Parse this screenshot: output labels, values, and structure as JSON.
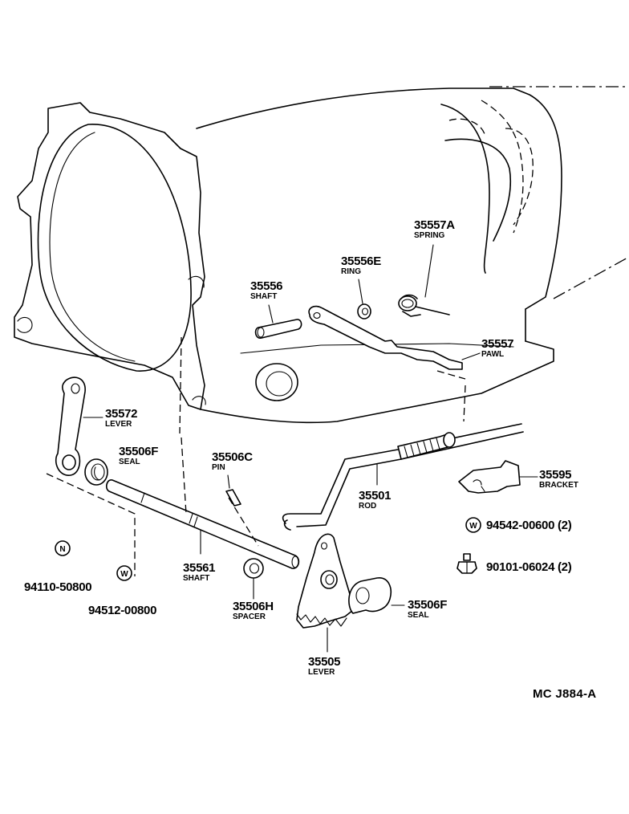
{
  "diagram": {
    "code": "MC J884-A",
    "parts": [
      {
        "id": "p1",
        "number": "35557A",
        "name": "SPRING"
      },
      {
        "id": "p2",
        "number": "35556E",
        "name": "RING"
      },
      {
        "id": "p3",
        "number": "35556",
        "name": "SHAFT"
      },
      {
        "id": "p4",
        "number": "35557",
        "name": "PAWL"
      },
      {
        "id": "p5",
        "number": "35572",
        "name": "LEVER"
      },
      {
        "id": "p6",
        "number": "35506F",
        "name": "SEAL"
      },
      {
        "id": "p7",
        "number": "35506C",
        "name": "PIN"
      },
      {
        "id": "p8",
        "number": "35501",
        "name": "ROD"
      },
      {
        "id": "p9",
        "number": "35595",
        "name": "BRACKET"
      },
      {
        "id": "p10",
        "number": "94542-00600 (2)",
        "name": ""
      },
      {
        "id": "p11",
        "number": "90101-06024 (2)",
        "name": ""
      },
      {
        "id": "p12",
        "number": "94110-50800",
        "name": ""
      },
      {
        "id": "p13",
        "number": "94512-00800",
        "name": ""
      },
      {
        "id": "p14",
        "number": "35561",
        "name": "SHAFT"
      },
      {
        "id": "p15",
        "number": "35506H",
        "name": "SPACER"
      },
      {
        "id": "p16",
        "number": "35506F",
        "name": "SEAL"
      },
      {
        "id": "p17",
        "number": "35505",
        "name": "LEVER"
      }
    ],
    "symbols": {
      "nut_letter": "N",
      "washer_letter": "W"
    }
  }
}
